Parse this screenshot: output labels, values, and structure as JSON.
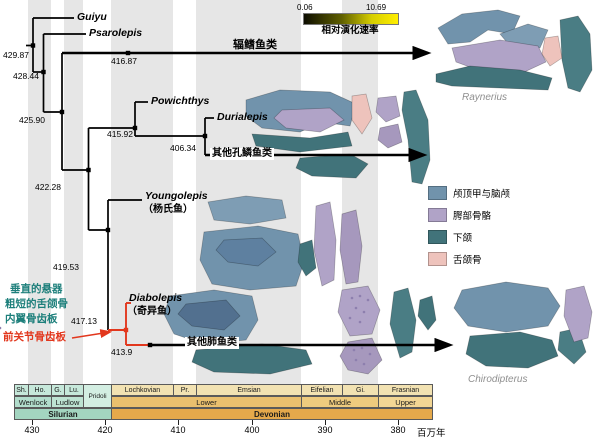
{
  "colorbar": {
    "min": "0.06",
    "max": "10.69",
    "label": "相对演化速率"
  },
  "tree": {
    "taxa": {
      "guiyu": "Guiyu",
      "psarolepis": "Psarolepis",
      "powichthys": "Powichthys",
      "durialepis": "Durialepis",
      "youngolepis": "Youngolepis",
      "youngolepis_cn": "（杨氏鱼）",
      "diabolepis": "Diabolepis",
      "diabolepis_cn": "（奇异鱼）"
    },
    "clades": {
      "actinopterygii": "辐鳍鱼类",
      "porolepiforms": "其他孔鳞鱼类",
      "lungfishes": "其他肺鱼类"
    },
    "node_ages": {
      "root": "429.87",
      "n2": "428.44",
      "n3": "425.90",
      "n4": "422.28",
      "n5": "415.92",
      "n6": "406.34",
      "n7": "419.53",
      "n8": "417.13",
      "actinopterygii": "416.87",
      "lungfishes": "413.9"
    }
  },
  "annotations": {
    "teal_color": "#1d7f7b",
    "red_color": "#e2371d",
    "items": [
      "垂直的悬器",
      "粗短的舌颌骨",
      "内翼骨齿板"
    ],
    "red_item": "前关节骨齿板"
  },
  "legend": {
    "items": [
      {
        "label": "颅顶甲与脑颅",
        "color": "#7193ac"
      },
      {
        "label": "腭部骨骼",
        "color": "#b0a3c7"
      },
      {
        "label": "下颌",
        "color": "#41737a"
      },
      {
        "label": "舌颌骨",
        "color": "#eec3bc"
      }
    ]
  },
  "fossils": {
    "top_label": "Raynerius",
    "bottom_label": "Chirodipterus"
  },
  "timescale": {
    "stages": [
      "Sh.",
      "Ho.",
      "G.",
      "Lu.",
      "Pridoli",
      "Lochkovian",
      "Pr.",
      "Emsian",
      "Eifelian",
      "Gi.",
      "Frasnian"
    ],
    "series": [
      "Wenlock",
      "Ludlow",
      "Lower",
      "Middle",
      "Upper"
    ],
    "systems": [
      "Silurian",
      "Devonian"
    ],
    "axis": {
      "ticks": [
        "430",
        "420",
        "410",
        "400",
        "390",
        "380"
      ],
      "unit": "百万年"
    }
  }
}
